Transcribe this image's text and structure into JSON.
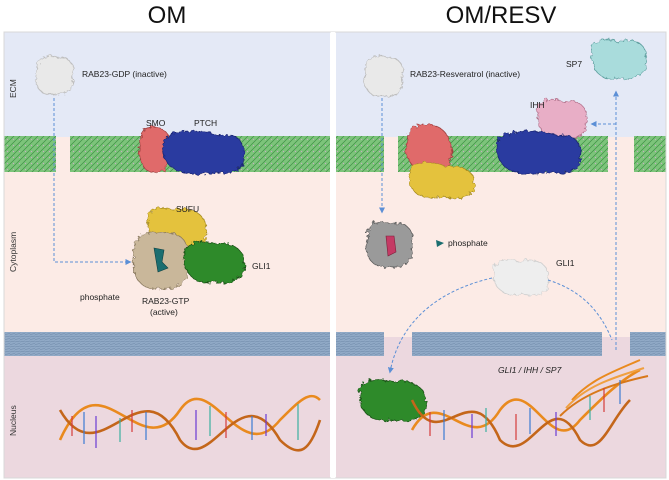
{
  "panels": {
    "left_title": "OM",
    "right_title": "OM/RESV"
  },
  "regions": {
    "ecm": "ECM",
    "cytoplasm": "Cytoplasm",
    "nucleus": "Nucleus"
  },
  "left": {
    "rab23_gdp": "RAB23-GDP (inactive)",
    "smo": "SMO",
    "ptch": "PTCH",
    "sufu": "SUFU",
    "gli1": "GLI1",
    "phosphate": "phosphate",
    "rab23_gtp_line1": "RAB23-GTP",
    "rab23_gtp_line2": "(active)"
  },
  "right": {
    "rab23_resv": "RAB23-Resveratrol (inactive)",
    "sp7": "SP7",
    "ihh": "IHH",
    "phosphate": "phosphate",
    "gli1": "GLI1",
    "genes": "GLI1 / IHH / SP7"
  },
  "colors": {
    "ecm": "#e4e9f6",
    "cytoplasm": "#fcebe6",
    "nucleus": "#ecd8df",
    "membrane_lipid": "#6cbc6a",
    "nuclear_envelope": "#8ea7c4",
    "smo": "#e06a6a",
    "ptch": "#2a3aa0",
    "sufu": "#e4c23c",
    "gli1_active": "#2f8a2c",
    "gli1_inactive": "#eeeeee",
    "rab23_gdp": "#e9e9e9",
    "rab23_gtp": "#c9b79a",
    "rab23_resv": "#9a9a9a",
    "gtp_ligand": "#1b6e70",
    "resveratrol_ligand": "#c43a64",
    "ihh": "#e8aec6",
    "sp7": "#a9dcdc",
    "dna_backbone": "#e98a1e",
    "arrow": "#5b8fd6"
  }
}
